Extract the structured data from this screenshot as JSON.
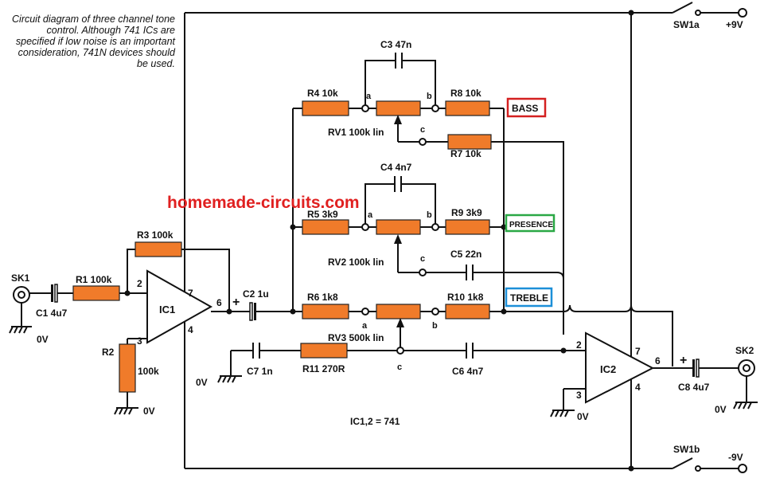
{
  "caption": "Circuit diagram of three channel tone control. Although 741 ICs are specified if low noise is an important consideration, 741N devices should be used.",
  "watermark": "homemade-circuits.com",
  "labels": {
    "sk1": "SK1",
    "sk2": "SK2",
    "c1": "C1 4u7",
    "r1": "R1 100k",
    "r2": "R2",
    "r2v": "100k",
    "r3": "R3 100k",
    "ic1": "IC1",
    "ic2": "IC2",
    "c2": "C2 1u",
    "r4": "R4 10k",
    "r5": "R5 3k9",
    "r6": "R6 1k8",
    "r7": "R7 10k",
    "r8": "R8 10k",
    "r9": "R9 3k9",
    "r10": "R10 1k8",
    "r11": "R11 270R",
    "c3": "C3 47n",
    "c4": "C4 4n7",
    "c5": "C5 22n",
    "c6": "C6 4n7",
    "c7": "C7 1n",
    "c8": "C8 4u7",
    "rv1": "RV1 100k lin",
    "rv2": "RV2 100k lin",
    "rv3": "RV3 500k lin",
    "sw1a": "SW1a",
    "sw1b": "SW1b",
    "pos": "+9V",
    "neg": "-9V",
    "zero": "0V",
    "icnote": "IC1,2 = 741",
    "pin_a": "a",
    "pin_b": "b",
    "pin_c": "c",
    "p2": "2",
    "p3": "3",
    "p4": "4",
    "p6": "6",
    "p7": "7",
    "plus": "+"
  },
  "bands": {
    "bass": "BASS",
    "presence": "PRESENCE",
    "treble": "TREBLE"
  },
  "colors": {
    "resistor": "#f07b2a",
    "bass": "#d42020",
    "presence": "#2aa845",
    "treble": "#1c8fd8",
    "watermark": "#e02020"
  }
}
